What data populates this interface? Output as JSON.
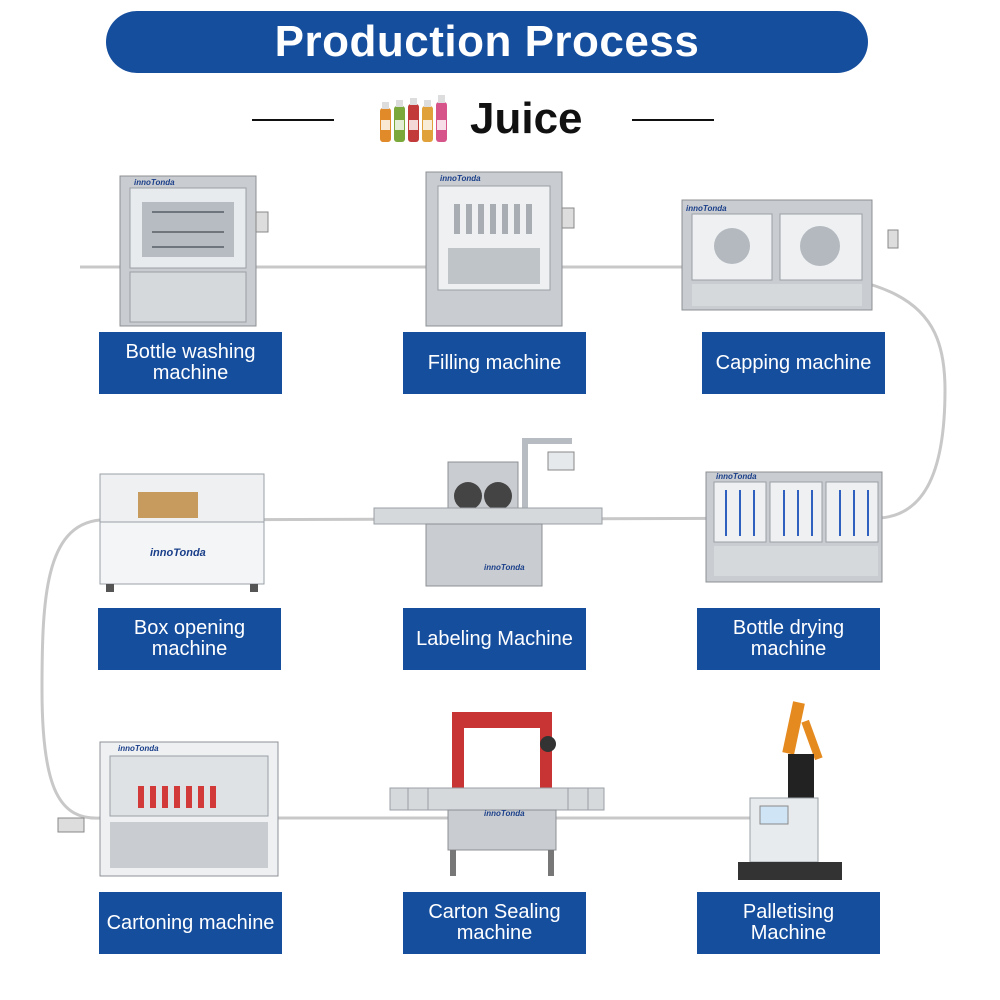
{
  "header": {
    "title": "Production Process"
  },
  "subtitle": {
    "product": "Juice",
    "icon": "juice-bottles-icon"
  },
  "brand_mark": "innoTonda",
  "colors": {
    "accent": "#164e9e",
    "flow_line": "#c8c8c8",
    "machine_steel": "#c9ccd0"
  },
  "steps": [
    {
      "label": "Bottle washing machine"
    },
    {
      "label": "Filling machine"
    },
    {
      "label": "Capping machine"
    },
    {
      "label": "Bottle drying machine"
    },
    {
      "label": "Labeling Machine"
    },
    {
      "label": "Box opening machine"
    },
    {
      "label": "Cartoning machine"
    },
    {
      "label": "Carton Sealing machine"
    },
    {
      "label": "Palletising Machine"
    }
  ]
}
